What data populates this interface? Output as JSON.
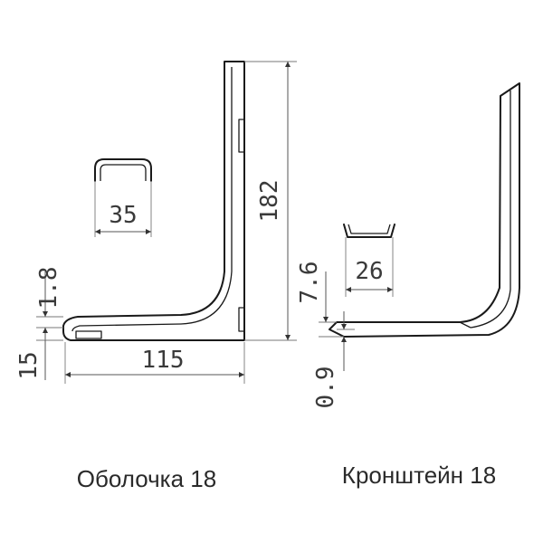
{
  "diagram": {
    "left_part": {
      "caption": "Оболочка 18",
      "dimensions": {
        "height": "182",
        "length": "115",
        "width": "35",
        "thickness": "1.8",
        "bottom_offset": "15"
      }
    },
    "right_part": {
      "caption": "Кронштейн 18",
      "dimensions": {
        "width": "26",
        "height": "7.6",
        "thickness": "0.9"
      }
    }
  }
}
